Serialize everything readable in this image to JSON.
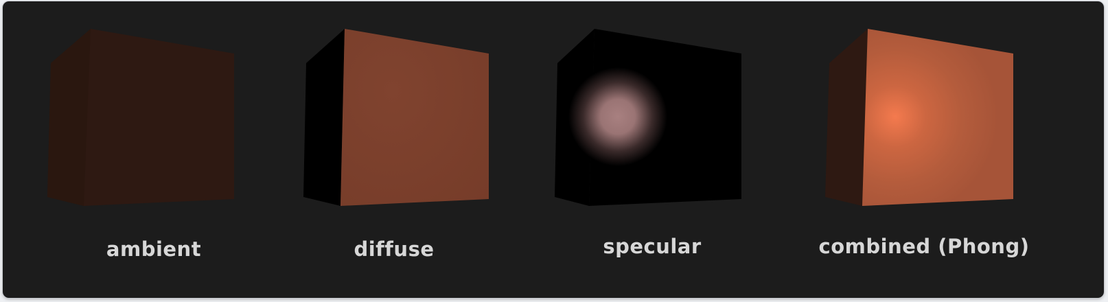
{
  "colors": {
    "background": "#1c1c1c",
    "caption_text": "#d7d7d7",
    "ambient_front": "#2e1912",
    "ambient_side": "#2a170f",
    "diffuse_front": "#7a3f2c",
    "diffuse_side": "#000000",
    "specular_front": "#000000",
    "specular_highlight": "#a88080",
    "combined_front": "#b0593b",
    "combined_side": "#2e1912",
    "combined_highlight": "#f47a4e"
  },
  "panels": [
    {
      "id": "ambient",
      "caption": "ambient",
      "cube_icon": "cube-ambient-icon"
    },
    {
      "id": "diffuse",
      "caption": "diffuse",
      "cube_icon": "cube-diffuse-icon"
    },
    {
      "id": "specular",
      "caption": "specular",
      "cube_icon": "cube-specular-icon"
    },
    {
      "id": "combined",
      "caption": "combined (Phong)",
      "cube_icon": "cube-combined-icon"
    }
  ]
}
